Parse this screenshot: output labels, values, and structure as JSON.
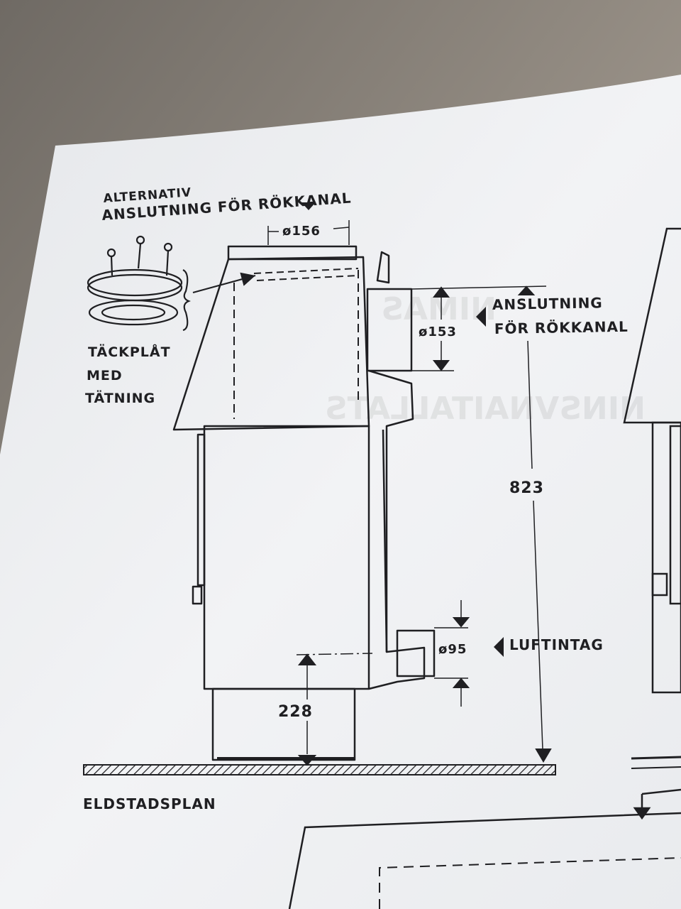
{
  "labels": {
    "alt_line1": "ALTERNATIV",
    "alt_line2": "ANSLUTNING FÖR RÖKKANAL",
    "plate_line1": "TÄCKPLÅT",
    "plate_line2": "MED",
    "plate_line3": "TÄTNING",
    "conn_line1": "ANSLUTNING",
    "conn_line2": "FÖR RÖKKANAL",
    "air_intake": "LUFTINTAG",
    "hearth_plane": "ELDSTADSPLAN"
  },
  "dimensions": {
    "top_diameter": "ø156",
    "rear_diameter": "ø153",
    "air_diameter": "ø95",
    "height_total": "823",
    "height_base": "228"
  },
  "colors": {
    "paper": "#eef0f2",
    "ink": "#1f1f22",
    "background": "#8c857c"
  }
}
